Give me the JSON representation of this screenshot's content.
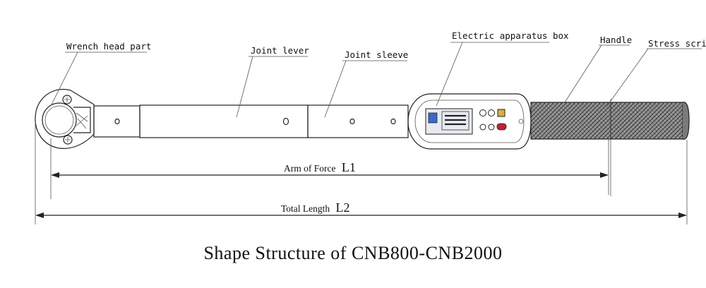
{
  "labels": {
    "wrench_head": "Wrench head part",
    "joint_lever": "Joint lever",
    "joint_sleeve": "Joint sleeve",
    "electric_box": "Electric apparatus box",
    "handle": "Handle",
    "stress_scribe": "Stress scribe"
  },
  "dimensions": {
    "arm_of_force": "Arm of Force",
    "arm_of_force_symbol": "L1",
    "total_length": "Total Length",
    "total_length_symbol": "L2"
  },
  "caption": "Shape Structure of CNB800-CNB2000",
  "colors": {
    "screen": "#e8eaf2",
    "indicator_red": "#c0203a",
    "indicator_blue": "#3c68c8",
    "grip": "#6a6a6a"
  }
}
